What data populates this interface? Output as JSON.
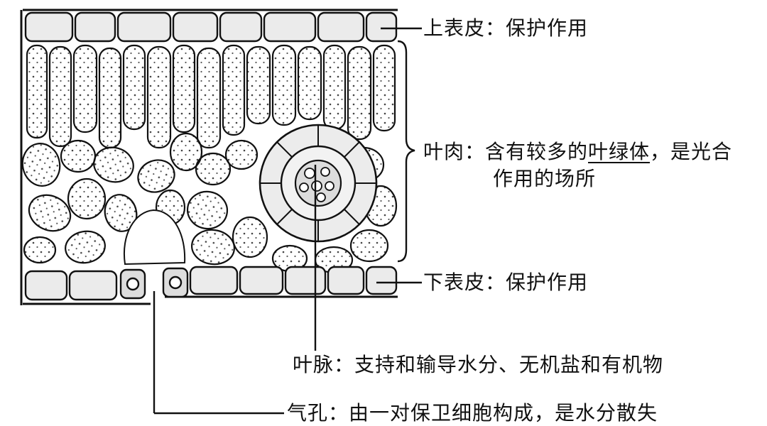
{
  "labels": {
    "upper_epidermis": "上表皮：保护作用",
    "mesophyll_prefix": "叶肉：含有较多的",
    "mesophyll_chloroplast": "叶绿体",
    "mesophyll_suffix": "，是光合",
    "mesophyll_line2": "作用的场所",
    "lower_epidermis": "下表皮：保护作用",
    "vein": "叶脉：支持和输导水分、无机盐和有机物",
    "stoma": "气孔：由一对保卫细胞构成，是水分散失"
  }
}
